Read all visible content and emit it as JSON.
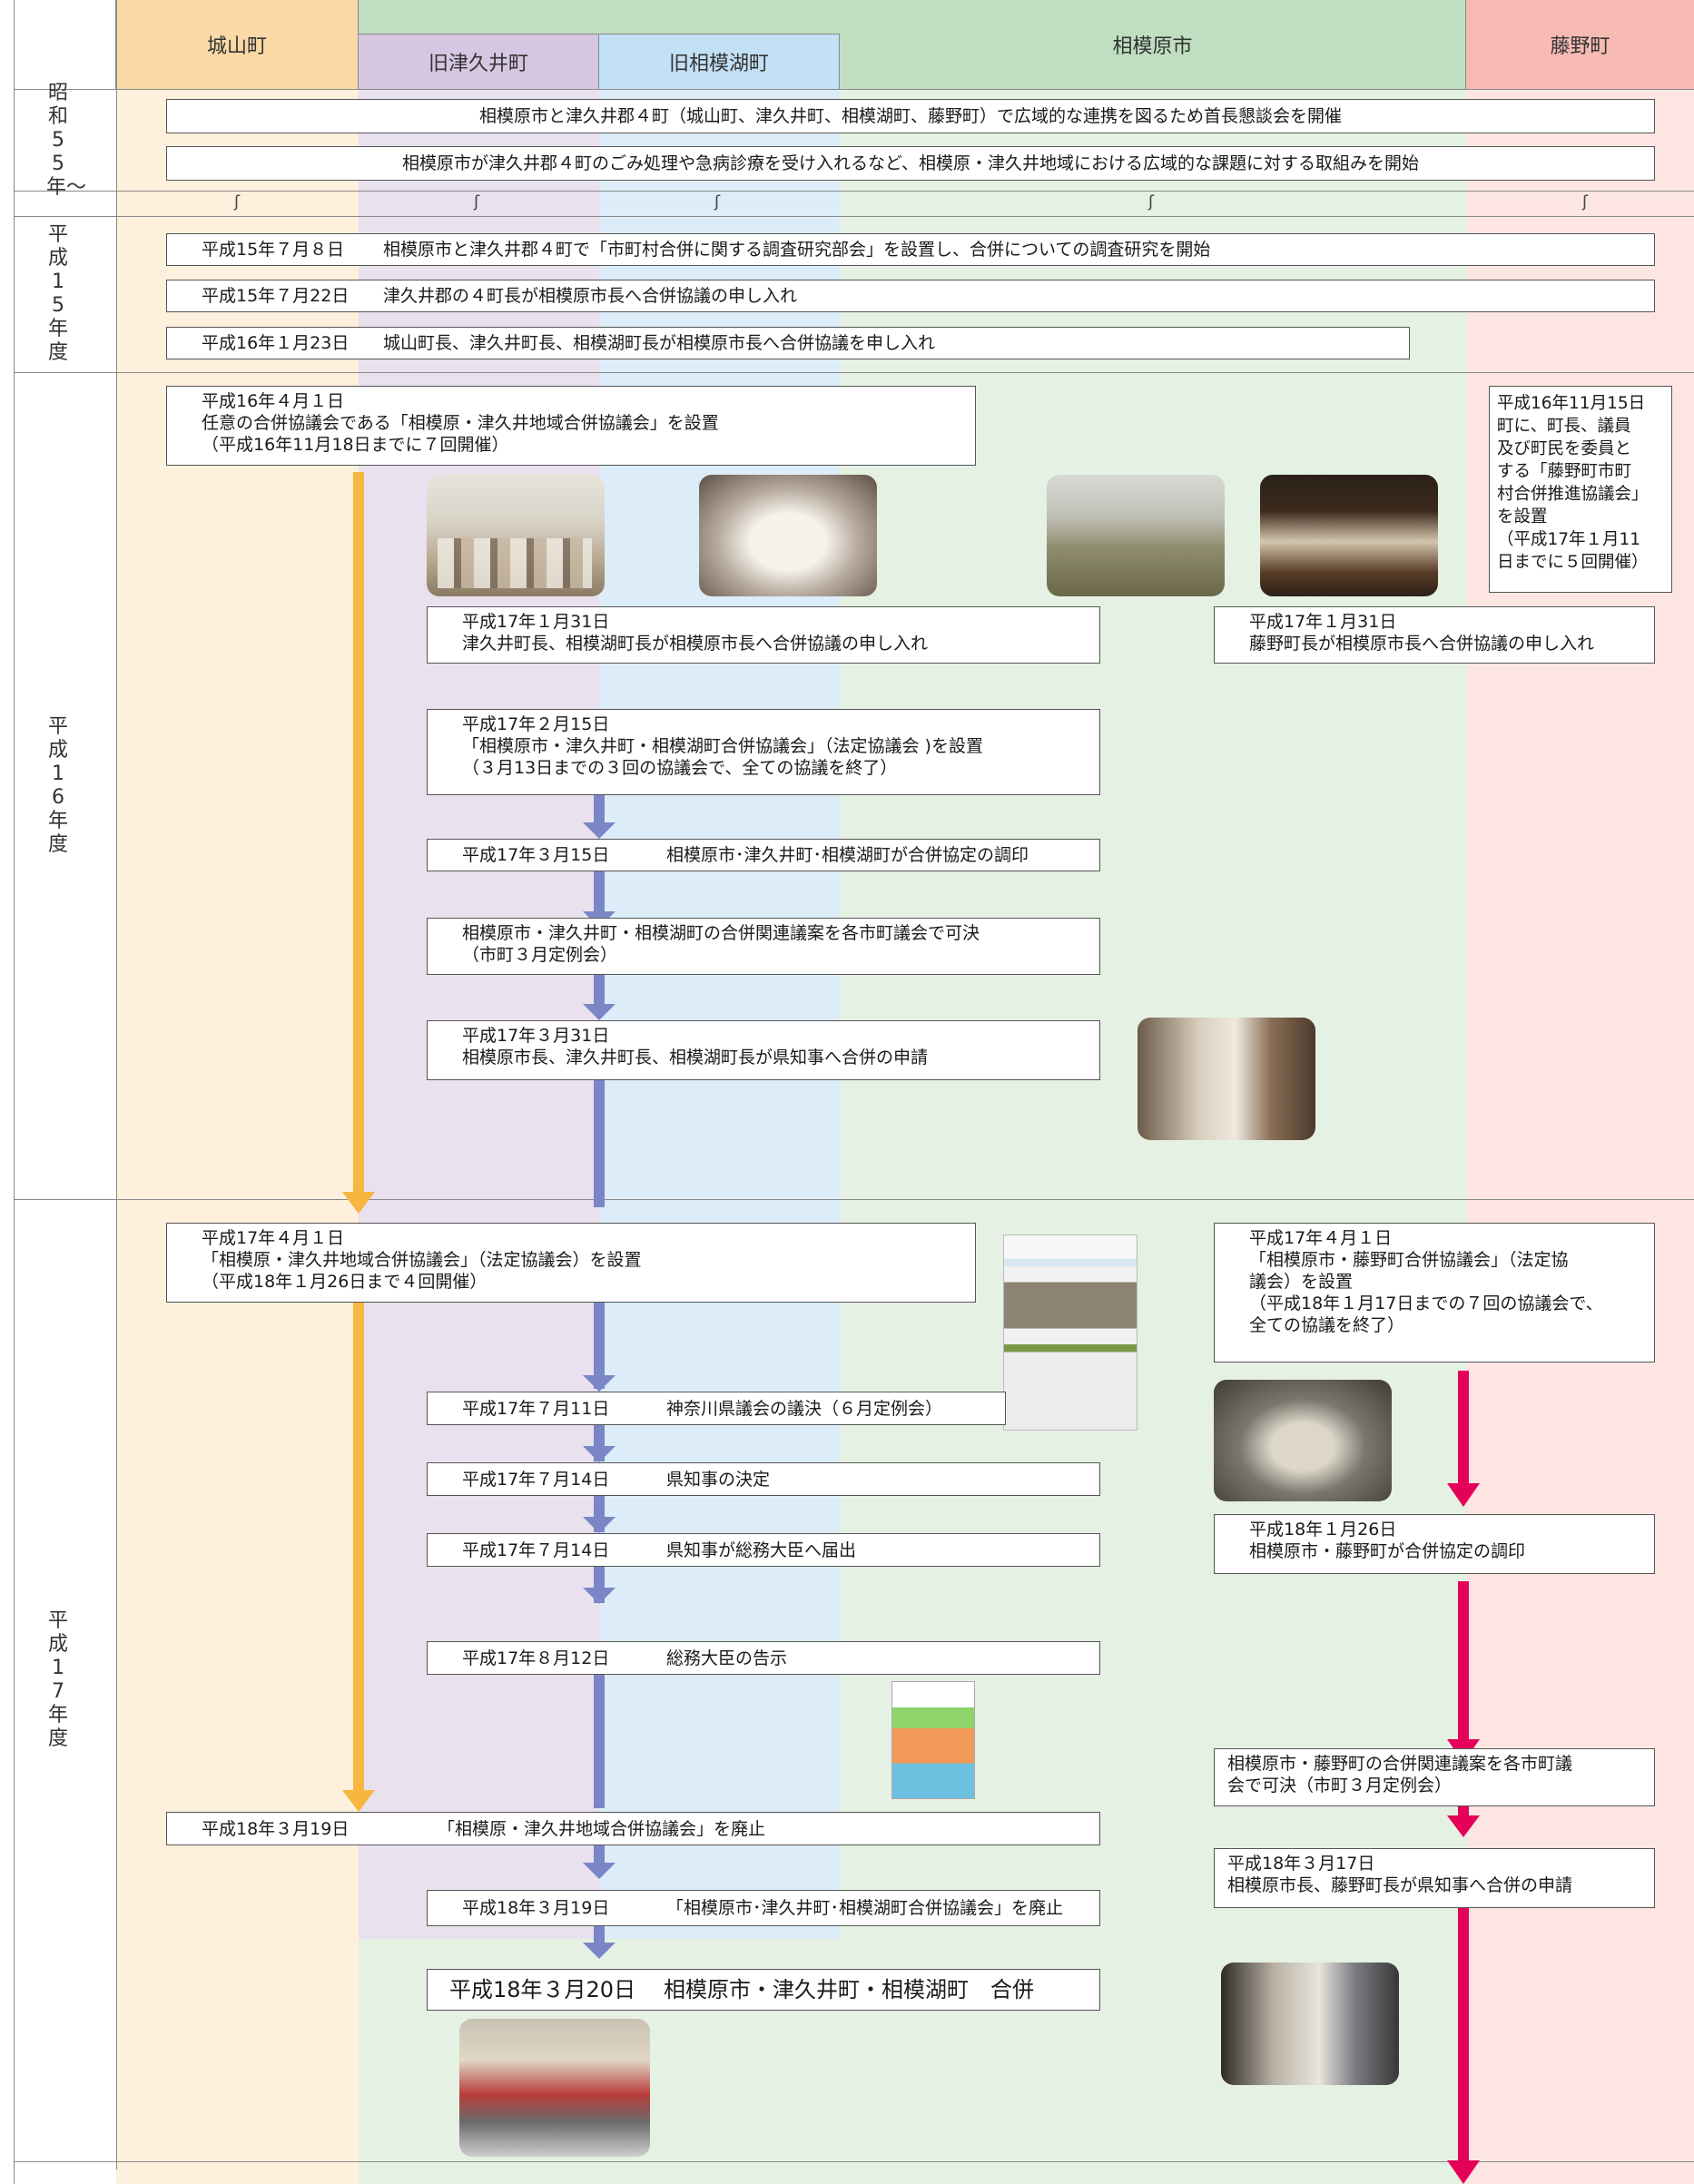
{
  "columns": {
    "shiroyama": "城山町",
    "tsukui": "旧津久井町",
    "sagamiko": "旧相模湖町",
    "sagamihara": "相模原市",
    "fujino": "藤野町"
  },
  "eras": {
    "s55": "昭和55年〜",
    "h15": "平成15年度",
    "h16": "平成16年度",
    "h17": "平成17年度"
  },
  "events": {
    "s55_1": "相模原市と津久井郡４町（城山町、津久井町、相模湖町、藤野町）で広域的な連携を図るため首長懇談会を開催",
    "s55_2": "相模原市が津久井郡４町のごみ処理や急病診療を受け入れるなど、相模原・津久井地域における広域的な課題に対する取組みを開始",
    "h15_1_date": "平成15年７月８日",
    "h15_1_text": "相模原市と津久井郡４町で「市町村合併に関する調査研究部会」を設置し、合併についての調査研究を開始",
    "h15_2_date": "平成15年７月22日",
    "h15_2_text": "津久井郡の４町長が相模原市長へ合併協議の申し入れ",
    "h15_3_date": "平成16年１月23日",
    "h15_3_text": "城山町長、津久井町長、相模湖町長が相模原市長へ合併協議を申し入れ",
    "h16_1_l1": "平成16年４月１日",
    "h16_1_l2": "任意の合併協議会である「相模原・津久井地域合併協議会」を設置",
    "h16_1_l3": "（平成16年11月18日までに７回開催）",
    "h16_f_l1": "平成16年11月15日",
    "h16_f_l2": "町に、町長、議員",
    "h16_f_l3": "及び町民を委員と",
    "h16_f_l4": "する「藤野町市町",
    "h16_f_l5": "村合併推進協議会」",
    "h16_f_l6": "を設置",
    "h16_f_l7": "（平成17年１月11",
    "h16_f_l8": "日までに５回開催）",
    "h16_2_l1": "平成17年１月31日",
    "h16_2_l2": "津久井町長、相模湖町長が相模原市長へ合併協議の申し入れ",
    "h16_f2_l1": "平成17年１月31日",
    "h16_f2_l2": "藤野町長が相模原市長へ合併協議の申し入れ",
    "h16_3_l1": "平成17年２月15日",
    "h16_3_l2": "「相模原市・津久井町・相模湖町合併協議会」（法定協議会 )を設置",
    "h16_3_l3": "（３月13日までの３回の協議会で、全ての協議を終了）",
    "h16_4_date": "平成17年３月15日",
    "h16_4_text": "相模原市･津久井町･相模湖町が合併協定の調印",
    "h16_5_l1": "相模原市・津久井町・相模湖町の合併関連議案を各市町議会で可決",
    "h16_5_l2": "（市町３月定例会）",
    "h16_6_l1": "平成17年３月31日",
    "h16_6_l2": "相模原市長、津久井町長、相模湖町長が県知事へ合併の申請",
    "h17_1_l1": "平成17年４月１日",
    "h17_1_l2": "「相模原・津久井地域合併協議会」（法定協議会）を設置",
    "h17_1_l3": "（平成18年１月26日まで４回開催）",
    "h17_f1_l1": "平成17年４月１日",
    "h17_f1_l2": "「相模原市・藤野町合併協議会」（法定協",
    "h17_f1_l3": "議会）を設置",
    "h17_f1_l4": "（平成18年１月17日までの７回の協議会で、",
    "h17_f1_l5": "全ての協議を終了）",
    "h17_2_date": "平成17年７月11日",
    "h17_2_text": "神奈川県議会の議決（６月定例会）",
    "h17_3_date": "平成17年７月14日",
    "h17_3_text": "県知事の決定",
    "h17_4_date": "平成17年７月14日",
    "h17_4_text": "県知事が総務大臣へ届出",
    "h17_5_date": "平成17年８月12日",
    "h17_5_text": "総務大臣の告示",
    "h17_f2_l1": "平成18年１月26日",
    "h17_f2_l2": "相模原市・藤野町が合併協定の調印",
    "h17_f3_l1": "相模原市・藤野町の合併関連議案を各市町議",
    "h17_f3_l2": "会で可決（市町３月定例会）",
    "h17_6_date": "平成18年３月19日",
    "h17_6_text": "「相模原・津久井地域合併協議会」を廃止",
    "h17_f4_l1": "平成18年３月17日",
    "h17_f4_l2": "相模原市長、藤野町長が県知事へ合併の申請",
    "h17_7_date": "平成18年３月19日",
    "h17_7_text": "「相模原市･津久井町･相模湖町合併協議会」を廃止",
    "h17_8_date": "平成18年３月20日",
    "h17_8_text": "相模原市・津久井町・相模湖町　合併"
  },
  "colors": {
    "shiroyama": "#fdf0dc",
    "shiroyama_hdr": "#fad9a6",
    "tsukui": "#e9e1ee",
    "tsukui_hdr": "#d6c6e2",
    "sagamiko": "#dcedf9",
    "sagamiko_hdr": "#c2e0f6",
    "sagamihara": "#e5f1e3",
    "sagamihara_hdr": "#bfdfc0",
    "fujino": "#fde6e2",
    "fujino_hdr": "#f7bbb4",
    "arrow_orange": "#f6b640",
    "arrow_blue": "#7b86c6",
    "arrow_red": "#e5005a"
  }
}
